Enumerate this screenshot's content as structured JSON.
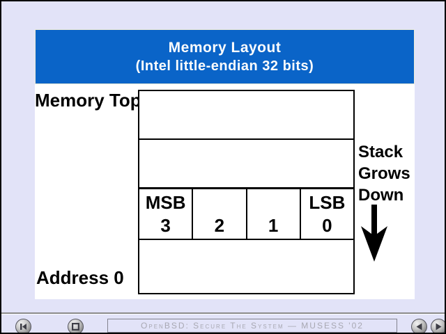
{
  "banner": {
    "title": "Memory Layout",
    "subtitle": "(Intel little-endian 32 bits)"
  },
  "diagram": {
    "label_top": "Memory Top",
    "label_bottom": "Address 0",
    "stack_lines": [
      "Stack",
      "Grows",
      "Down"
    ],
    "byte_cells": [
      {
        "tag": "MSB",
        "num": "3"
      },
      {
        "tag": "",
        "num": "2"
      },
      {
        "tag": "",
        "num": "1"
      },
      {
        "tag": "LSB",
        "num": "0"
      }
    ]
  },
  "footer": {
    "status_text": "OpenBSD: Secure The System — MUSESS '02",
    "buttons": {
      "first": "go-to-first-slide",
      "stop": "stop",
      "prev": "previous-slide",
      "next": "next-slide"
    }
  },
  "colors": {
    "banner_bg": "#0A64C8",
    "banner_fg": "#FCFCFC",
    "page_bg": "#E2E3F8",
    "slide_bg": "#FFFFFF",
    "line_black": "#000000",
    "footer_text": "#A8A8B2"
  }
}
